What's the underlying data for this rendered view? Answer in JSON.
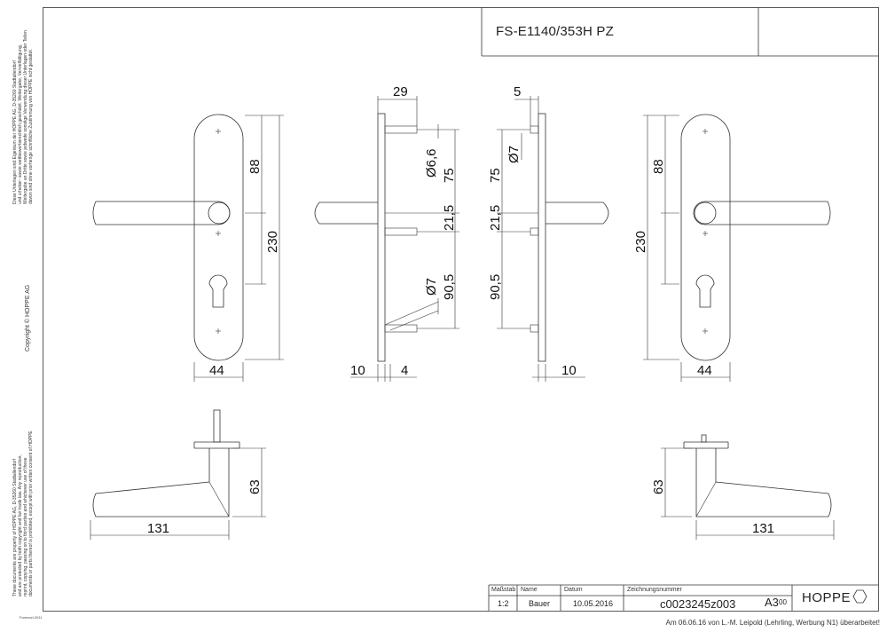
{
  "header": {
    "part_number": "FS-E1140/353H PZ"
  },
  "margin_notes": {
    "ownership_de": "Diese Unterlagen sind Eigentum der HOPPE AG, D-35260 Stadtallendorf\nund urheber- sowie wettbewerbsrechtlich geschützt. Weitergabe, Vervielfältigung,\nWeitergabe an Dritte sowie jedwede sonstige Verwendung dieser Unterlagen oder Teilen\ndavon sind ohne vorherige schriftliche Zustimmung von HOPPE nicht gestattet.",
    "copyright": "Copyright ©  HOPPE  AG",
    "ownership_en": "These documents are property of HOPPE AG, D-35260 Stadtallendorf\nand are protected by both copyright and fair trade law. Any reproduction,\nreprint, copying, passing on to third parties and whichever use of these\ndocuments or parts thereof is prohibited, except with prior written consent of HOPPE",
    "form_no": "Formvorl.2011"
  },
  "dimensions": {
    "top_left": [
      "88",
      "230",
      "44"
    ],
    "side_left": [
      "29",
      "Ø6,6",
      "75",
      "21,5",
      "Ø7",
      "90,5",
      "10",
      "4"
    ],
    "side_right": [
      "5",
      "Ø7",
      "75",
      "21,5",
      "90,5",
      "10"
    ],
    "top_right": [
      "88",
      "230",
      "44"
    ],
    "bottom_left": [
      "63",
      "131"
    ],
    "bottom_right": [
      "63",
      "131"
    ]
  },
  "title_block": {
    "scale_label": "Maßstab",
    "scale": "1:2",
    "name_label": "Name",
    "name": "Bauer",
    "date_label": "Datum",
    "date": "10.05.2016",
    "drawing_label": "Zeichnungsnummer",
    "drawing_number": "c0023245z003",
    "format": "A3",
    "revision": "00",
    "brand": "HOPPE"
  },
  "footer": {
    "note": "Am 06.06.16 von L.-M. Leipold (Lehrling, Werbung N1) überarbeitet!"
  }
}
